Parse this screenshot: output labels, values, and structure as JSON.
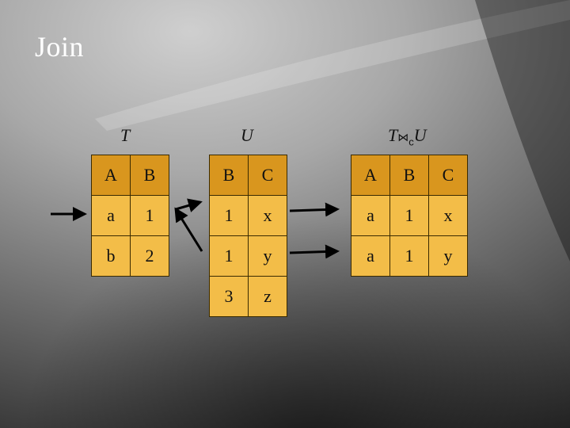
{
  "title": "Join",
  "tables": {
    "t": {
      "label": "T",
      "columns": [
        "A",
        "B"
      ],
      "rows": [
        [
          "a",
          "1"
        ],
        [
          "b",
          "2"
        ]
      ]
    },
    "u": {
      "label": "U",
      "columns": [
        "B",
        "C"
      ],
      "rows": [
        [
          "1",
          "x"
        ],
        [
          "1",
          "y"
        ],
        [
          "3",
          "z"
        ]
      ]
    },
    "result": {
      "label_left": "T",
      "operator": "⋈",
      "subscript": "c",
      "label_right": "U",
      "columns": [
        "A",
        "B",
        "C"
      ],
      "rows": [
        [
          "a",
          "1",
          "x"
        ],
        [
          "a",
          "1",
          "y"
        ]
      ]
    }
  },
  "colors": {
    "header_cell": "#d9961e",
    "body_cell": "#f3bd48",
    "title_text": "#ffffff"
  }
}
